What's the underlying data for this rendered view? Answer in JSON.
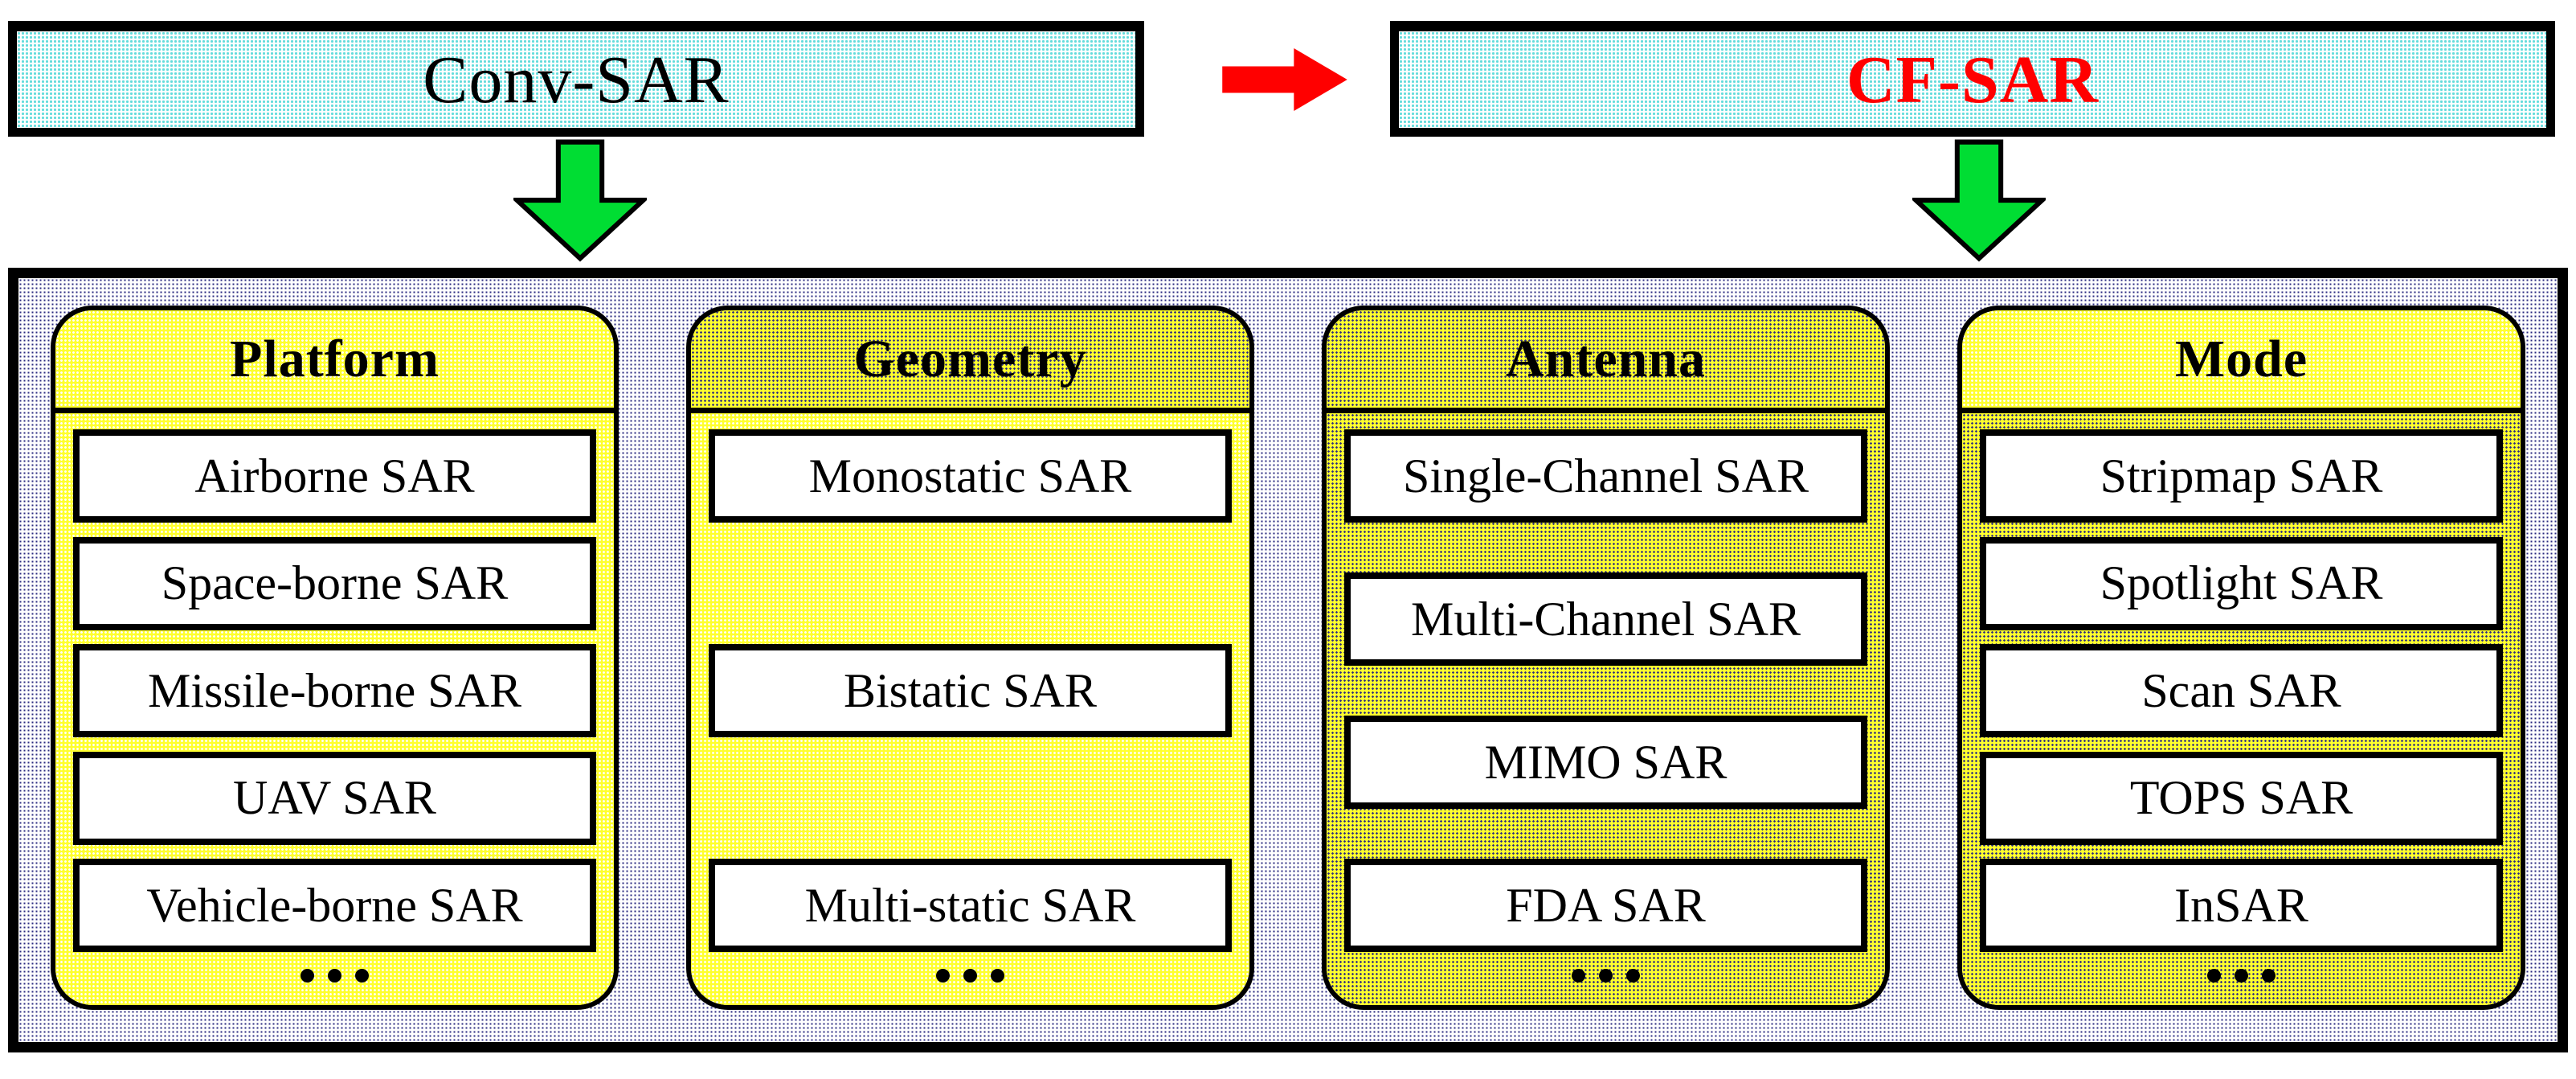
{
  "diagram": {
    "top_row": {
      "conv_box": {
        "label": "Conv-SAR"
      },
      "cf_box": {
        "label": "CF-SAR"
      }
    },
    "columns": [
      {
        "title": "Platform",
        "header_tone": "bright",
        "body_tone": "bright",
        "items": [
          "Airborne SAR",
          "Space-borne SAR",
          "Missile-borne SAR",
          "UAV SAR",
          "Vehicle-borne SAR"
        ],
        "ellipsis": "..."
      },
      {
        "title": "Geometry",
        "header_tone": "olive",
        "body_tone": "bright",
        "items": [
          "Monostatic SAR",
          "Bistatic SAR",
          "Multi-static SAR"
        ],
        "ellipsis": "..."
      },
      {
        "title": "Antenna",
        "header_tone": "olive",
        "body_tone": "olive",
        "items": [
          "Single-Channel SAR",
          "Multi-Channel SAR",
          "MIMO SAR",
          "FDA SAR"
        ],
        "ellipsis": "..."
      },
      {
        "title": "Mode",
        "header_tone": "bright",
        "body_tone": "olive",
        "items": [
          "Stripmap SAR",
          "Spotlight SAR",
          "Scan SAR",
          "TOPS SAR",
          "InSAR"
        ],
        "ellipsis": "..."
      }
    ],
    "colors": {
      "cf_text": "#ff0000",
      "red_arrow": "#ff0000",
      "green_arrow": "#00dd33",
      "yellow_base": "#ffff2e",
      "navy_dot": "#2a2a80",
      "cyan_dot": "#64dcdc",
      "border": "#000000"
    }
  }
}
